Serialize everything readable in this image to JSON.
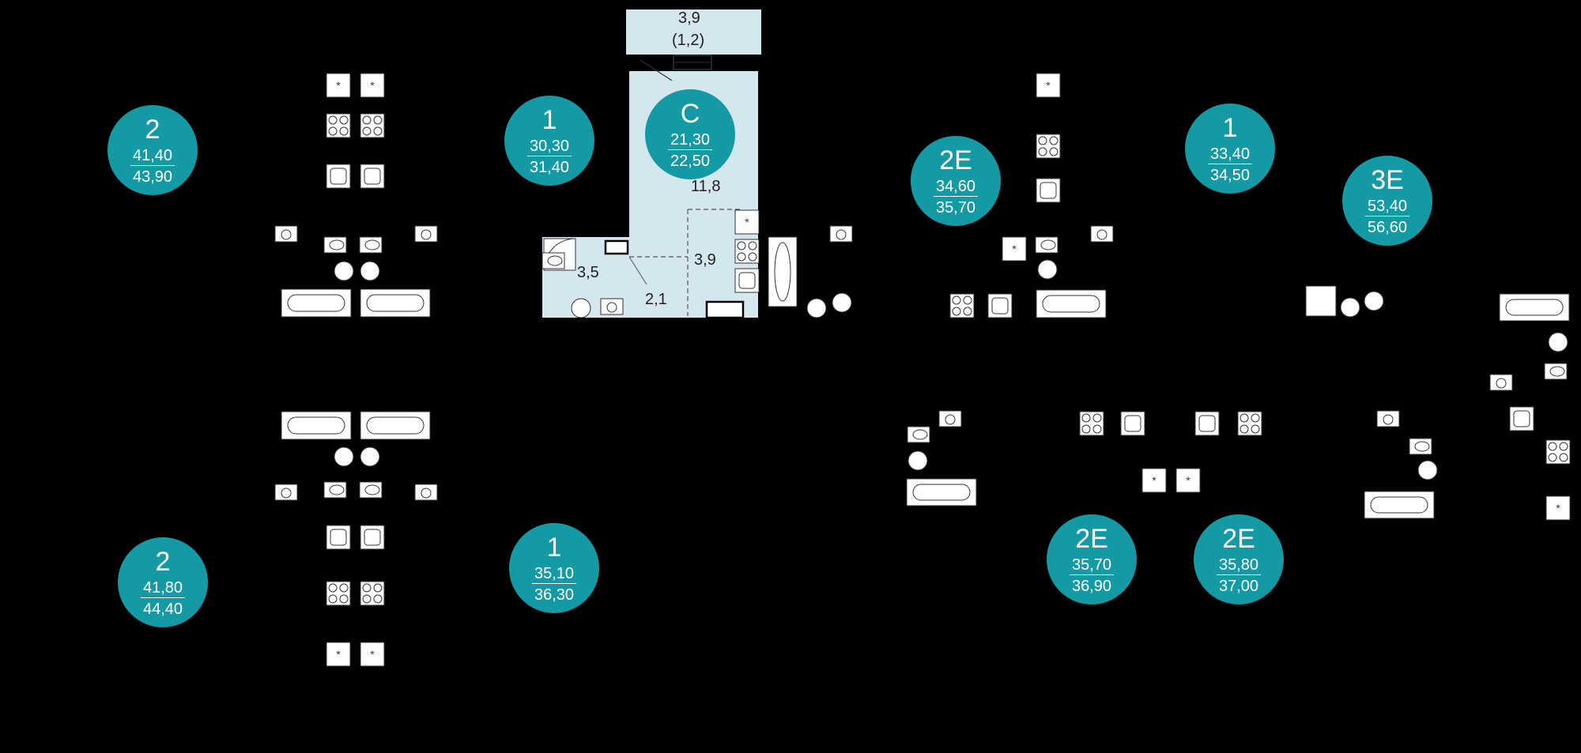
{
  "apartments": [
    {
      "type": "2",
      "area_living": "41,40",
      "area_total": "43,90"
    },
    {
      "type": "1",
      "area_living": "30,30",
      "area_total": "31,40"
    },
    {
      "type": "С",
      "area_living": "21,30",
      "area_total": "22,50"
    },
    {
      "type": "2Е",
      "area_living": "34,60",
      "area_total": "35,70"
    },
    {
      "type": "1",
      "area_living": "33,40",
      "area_total": "34,50"
    },
    {
      "type": "3Е",
      "area_living": "53,40",
      "area_total": "56,60"
    },
    {
      "type": "2",
      "area_living": "41,80",
      "area_total": "44,40"
    },
    {
      "type": "1",
      "area_living": "35,10",
      "area_total": "36,30"
    },
    {
      "type": "2Е",
      "area_living": "35,70",
      "area_total": "36,90"
    },
    {
      "type": "2Е",
      "area_living": "35,80",
      "area_total": "37,00"
    }
  ],
  "room_dims": {
    "balcony_area": "3,9",
    "balcony_coef": "(1,2)",
    "living_room": "11,8",
    "kitchen": "3,9",
    "bathroom": "3,5",
    "hall": "2,1"
  },
  "colors": {
    "background": "#000000",
    "badge": "#149aa4",
    "selected_fill": "#d4e6ee",
    "fixture": "#ffffff"
  }
}
